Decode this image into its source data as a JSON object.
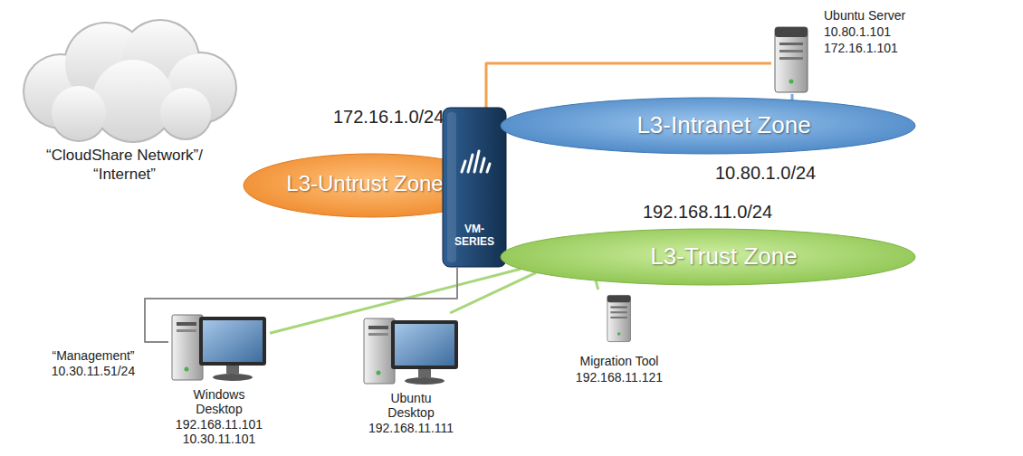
{
  "diagram": {
    "nodes": [
      {
        "text": [
          "“CloudShare Network”/ “Internet”"
        ]
      },
      {
        "text": [
          "172.16.1.0/24",
          "L3-Untrust Zone"
        ]
      },
      {
        "text": [
          "Ubuntu Server",
          "10.80.1.101",
          "172.16.1.101"
        ]
      },
      {
        "text": [
          "VM- SERIES"
        ]
      },
      {
        "text": [
          "L3-Intranet Zone",
          "10.80.1.0/24"
        ]
      },
      {
        "text": [
          "192.168.11.0/24",
          "L3-Trust Zone"
        ]
      },
      {
        "text": [
          "Windows Desktop",
          "192.168.11.101",
          "10.30.11.101"
        ]
      },
      {
        "text": [
          "Ubuntu Desktop",
          "192.168.11.111"
        ]
      },
      {
        "text": [
          "Migration Tool",
          "192.168.11.121"
        ]
      }
    ],
    "edges": [
      {
        "from": 1,
        "to": 2,
        "arrow": "none"
      },
      {
        "from": 4,
        "to": 2,
        "arrow": "none"
      },
      {
        "from": 5,
        "to": 6,
        "arrow": "none"
      },
      {
        "from": 5,
        "to": 7,
        "arrow": "none"
      },
      {
        "from": 5,
        "to": 8,
        "arrow": "none"
      },
      {
        "from": 3,
        "to": 6,
        "arrow": "none",
        "label": "“Management” 10.30.11.51/24"
      }
    ]
  }
}
